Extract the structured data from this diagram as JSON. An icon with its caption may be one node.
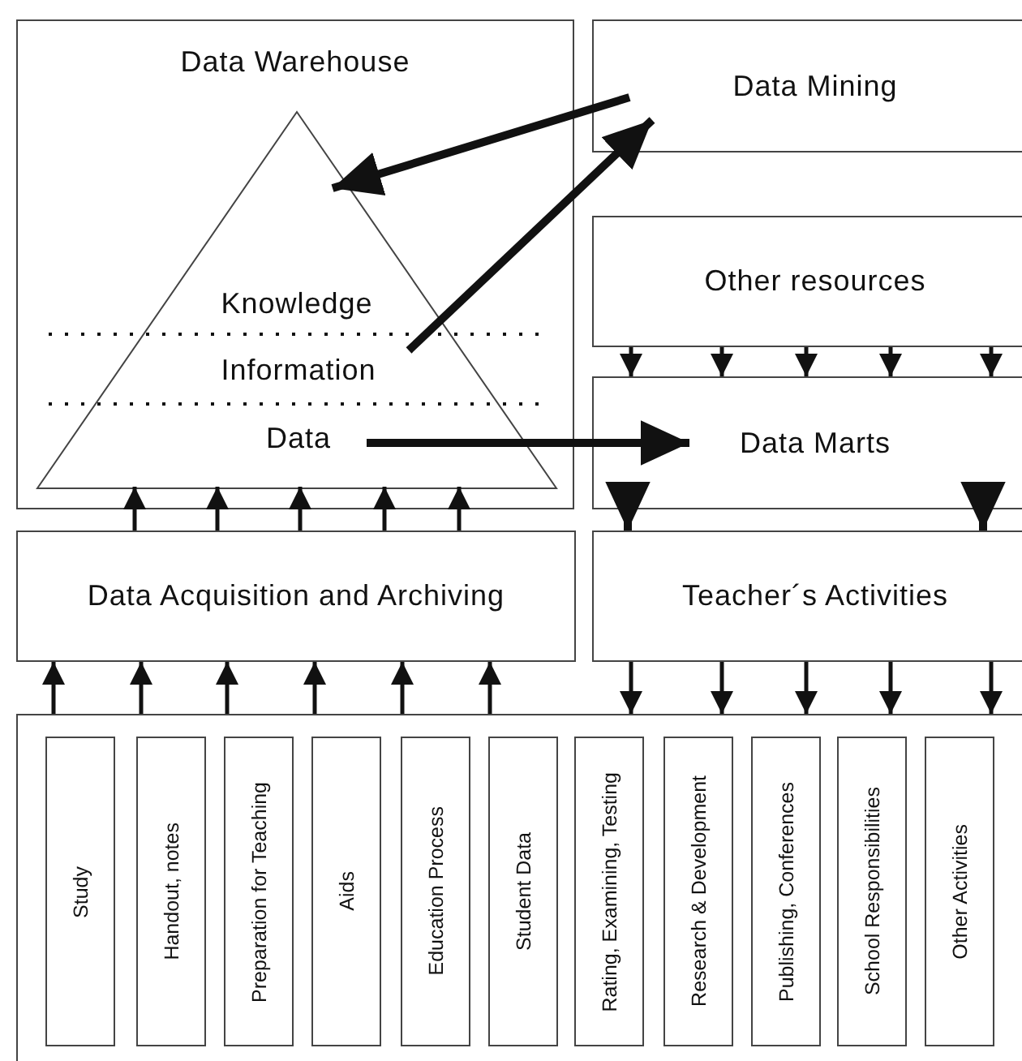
{
  "diagram": {
    "nodes": [
      {
        "text": [
          "Data Warehouse"
        ]
      },
      {
        "text": [],
        "shape": "triangle",
        "in": 0
      },
      {
        "text": [
          "Information"
        ],
        "in": 1
      },
      {
        "text": [
          "Data"
        ],
        "in": 1
      },
      {
        "text": [
          "Data Mining"
        ]
      },
      {
        "text": [
          "Other resources"
        ]
      },
      {
        "text": [
          "Data Marts"
        ]
      },
      {
        "text": [
          "Data Acquisition and Archiving"
        ]
      },
      {
        "text": [
          "Teacher´s Activities"
        ]
      },
      {
        "text": [],
        "shape": "box"
      },
      {
        "text": [
          "Study"
        ],
        "in": 9
      },
      {
        "text": [
          "Handout, notes"
        ],
        "in": 9
      },
      {
        "text": [
          "Preparation for Teaching"
        ],
        "in": 9
      },
      {
        "text": [
          "Aids"
        ],
        "in": 9
      },
      {
        "text": [
          "Education Process"
        ],
        "in": 9
      },
      {
        "text": [
          "Student Data"
        ],
        "in": 9
      },
      {
        "text": [
          "Rating, Examining, Testing"
        ],
        "in": 9
      },
      {
        "text": [
          "Research & Development"
        ],
        "in": 9
      },
      {
        "text": [
          "Publishing, Conferences"
        ],
        "in": 9
      },
      {
        "text": [
          "School Responsibilities"
        ],
        "in": 9
      },
      {
        "text": [
          "Other Activities"
        ],
        "in": 9
      }
    ],
    "edges": [
      {
        "from": 4,
        "to": 1,
        "arrow": "to",
        "style": "thick"
      },
      {
        "from": 2,
        "to": 4,
        "arrow": "to",
        "style": "thick"
      },
      {
        "from": 3,
        "to": 6,
        "arrow": "to",
        "style": "thick"
      },
      {
        "from": 7,
        "to": 1,
        "arrow": "to"
      },
      {
        "from": 7,
        "to": 1,
        "arrow": "to"
      },
      {
        "from": 7,
        "to": 1,
        "arrow": "to"
      },
      {
        "from": 7,
        "to": 1,
        "arrow": "to"
      },
      {
        "from": 7,
        "to": 1,
        "arrow": "to"
      },
      {
        "from": 5,
        "to": 6,
        "arrow": "to"
      },
      {
        "from": 5,
        "to": 6,
        "arrow": "to"
      },
      {
        "from": 5,
        "to": 6,
        "arrow": "to"
      },
      {
        "from": 5,
        "to": 6,
        "arrow": "to"
      },
      {
        "from": 5,
        "to": 6,
        "arrow": "to"
      },
      {
        "from": 6,
        "to": 8,
        "arrow": "to",
        "style": "thick"
      },
      {
        "from": 6,
        "to": 8,
        "arrow": "to",
        "style": "thick"
      },
      {
        "from": 9,
        "to": 7,
        "arrow": "to"
      },
      {
        "from": 9,
        "to": 7,
        "arrow": "to"
      },
      {
        "from": 9,
        "to": 7,
        "arrow": "to"
      },
      {
        "from": 9,
        "to": 7,
        "arrow": "to"
      },
      {
        "from": 9,
        "to": 7,
        "arrow": "to"
      },
      {
        "from": 9,
        "to": 7,
        "arrow": "to"
      },
      {
        "from": 8,
        "to": 9,
        "arrow": "to"
      },
      {
        "from": 8,
        "to": 9,
        "arrow": "to"
      },
      {
        "from": 8,
        "to": 9,
        "arrow": "to"
      },
      {
        "from": 8,
        "to": 9,
        "arrow": "to"
      },
      {
        "from": 8,
        "to": 9,
        "arrow": "to"
      }
    ],
    "labels": [
      "Knowledge"
    ]
  }
}
